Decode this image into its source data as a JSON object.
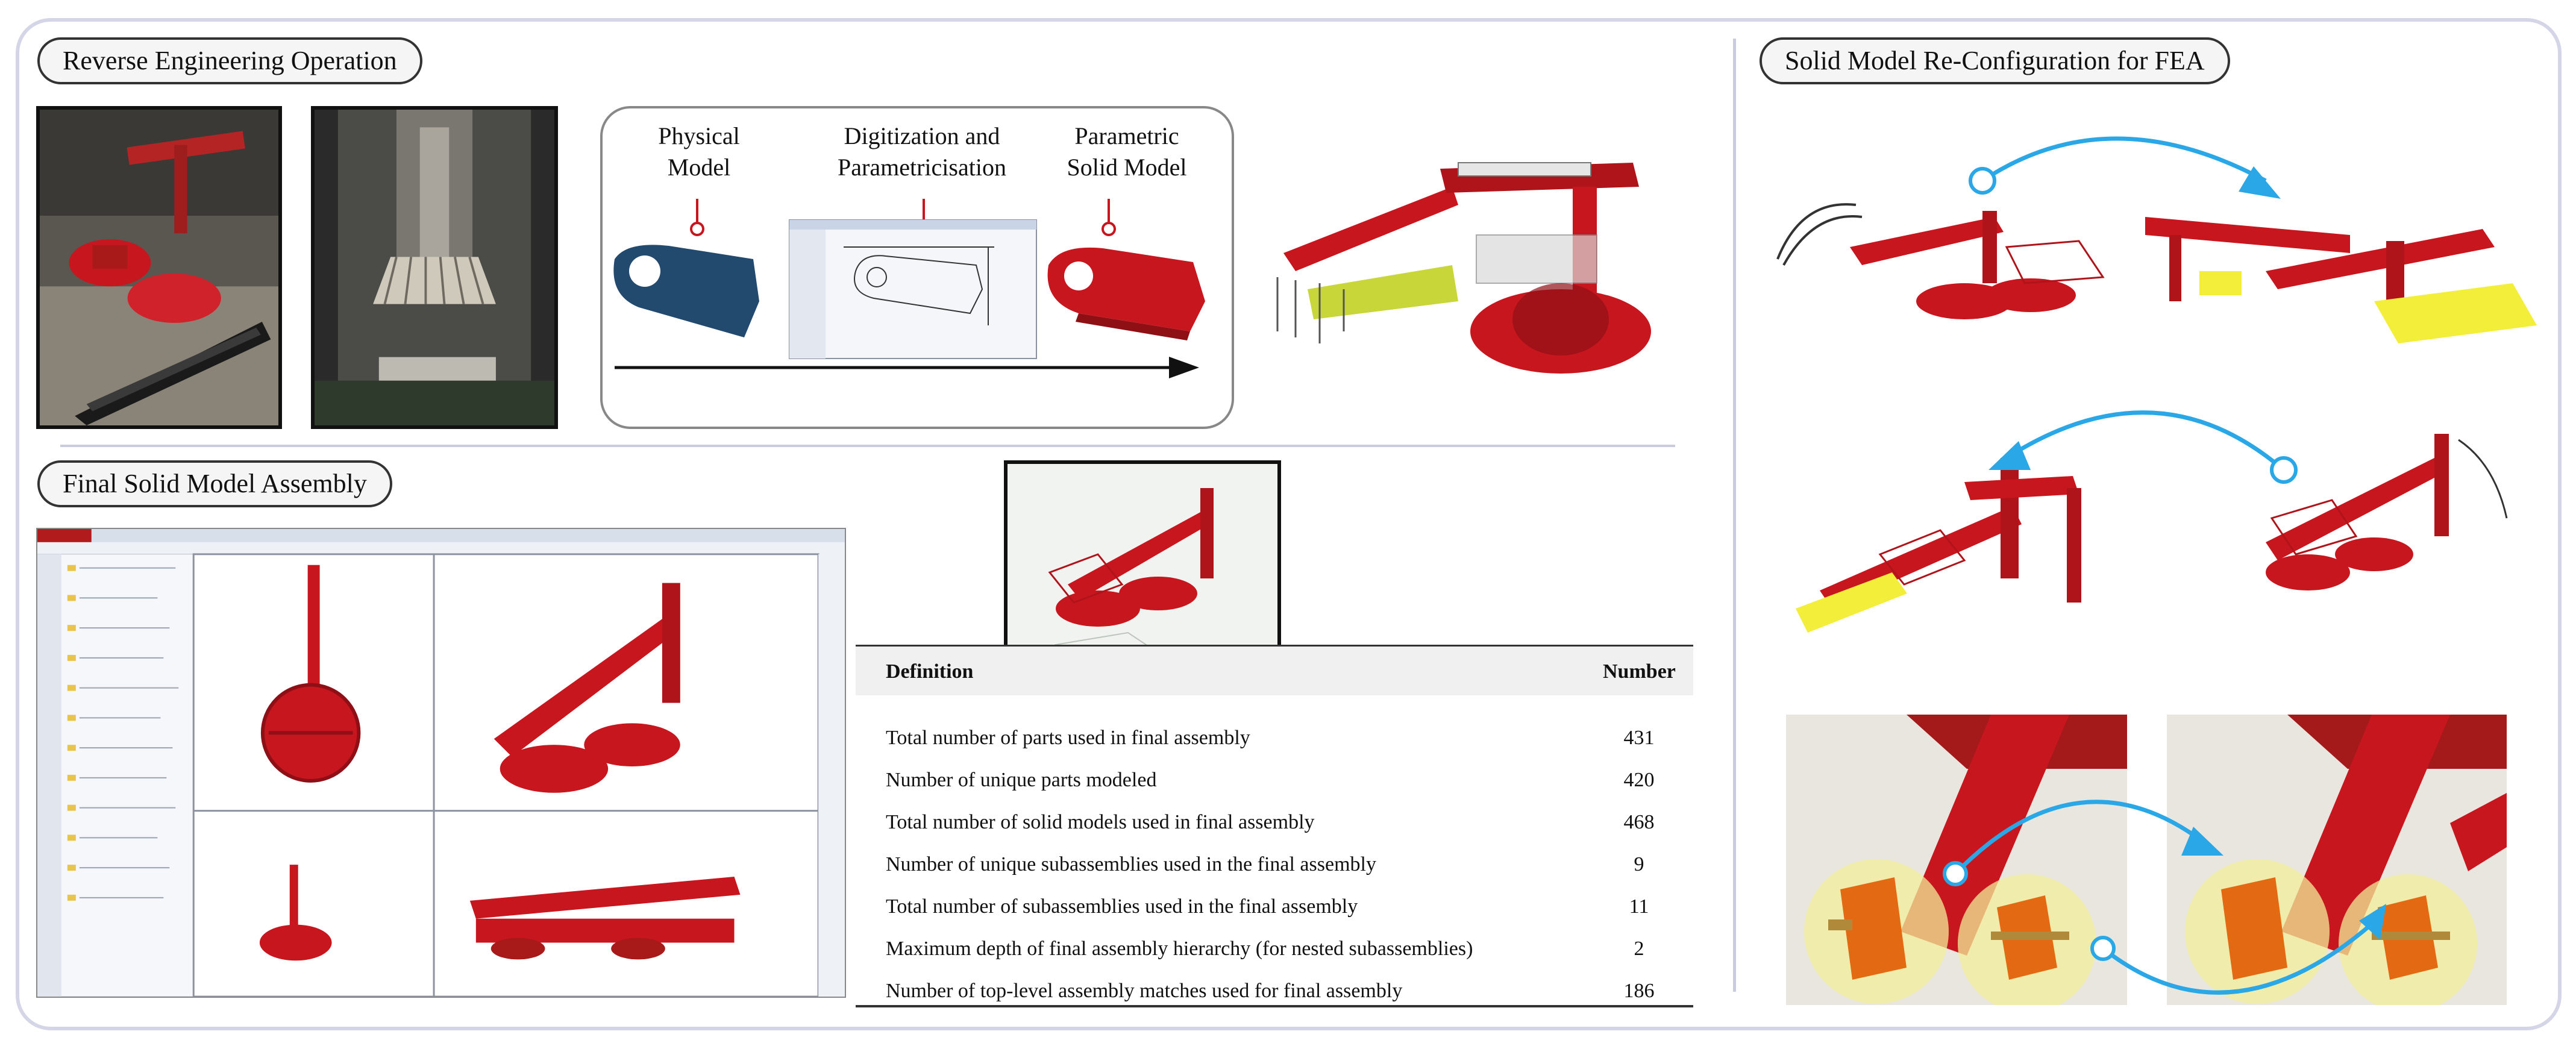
{
  "sections": {
    "reverse_engineering": "Reverse Engineering Operation",
    "final_assembly": "Final Solid Model Assembly",
    "reconfiguration": "Solid Model Re-Configuration for FEA"
  },
  "process": {
    "physical_model": "Physical\nModel",
    "digitization": "Digitization and\nParametricisation",
    "parametric": "Parametric\nSolid Model"
  },
  "table": {
    "col_definition": "Definition",
    "col_number": "Number",
    "rows": [
      {
        "definition": "Total number of parts used in final assembly",
        "number": "431"
      },
      {
        "definition": "Number of unique parts modeled",
        "number": "420"
      },
      {
        "definition": "Total number of solid models used in final assembly",
        "number": "468"
      },
      {
        "definition": "Number of unique subassemblies used in the final assembly",
        "number": "9"
      },
      {
        "definition": "Total number of subassemblies used in the final assembly",
        "number": "11"
      },
      {
        "definition": "Maximum depth of final assembly hierarchy (for nested subassemblies)",
        "number": "2"
      },
      {
        "definition": "Number of top-level assembly matches used for final assembly",
        "number": "186"
      }
    ]
  },
  "colors": {
    "model_red": "#c8161e",
    "fea_yellow": "#f2ee3a",
    "arrow_blue": "#2aa7e6",
    "part_blue": "#22496e"
  }
}
